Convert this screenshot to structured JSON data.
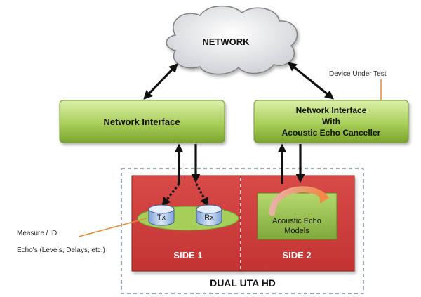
{
  "network": {
    "label": "NETWORK"
  },
  "dut_label": "Device Under Test",
  "left_box": {
    "label": "Network Interface"
  },
  "right_box": {
    "line1": "Network Interface",
    "line2": "With",
    "line3": "Acoustic Echo Canceller"
  },
  "side1": {
    "tx": "Tx",
    "rx": "Rx",
    "label": "SIDE 1"
  },
  "side2": {
    "aec_line1": "Acoustic Echo",
    "aec_line2": "Models",
    "label": "SIDE 2"
  },
  "measure_label": {
    "line1": "Measure / ID",
    "line2": "Echo's (Levels, Delays, etc.)"
  },
  "footer_label": "DUAL UTA HD",
  "colors": {
    "green_light": "#cfe79a",
    "green_dark": "#8cb43a",
    "red_light": "#e05a58",
    "red_dark": "#b42424",
    "orange": "#e8893a",
    "dashed": "#5a6f96"
  }
}
